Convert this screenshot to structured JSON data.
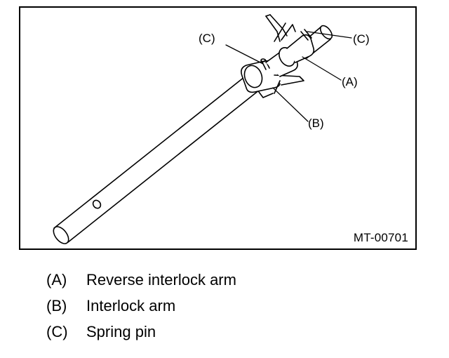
{
  "figure": {
    "id": "MT-00701",
    "callouts": {
      "c_left": "(C)",
      "c_right": "(C)",
      "a": "(A)",
      "b": "(B)"
    }
  },
  "legend": [
    {
      "key": "(A)",
      "text": "Reverse interlock arm"
    },
    {
      "key": "(B)",
      "text": "Interlock arm"
    },
    {
      "key": "(C)",
      "text": "Spring pin"
    }
  ]
}
